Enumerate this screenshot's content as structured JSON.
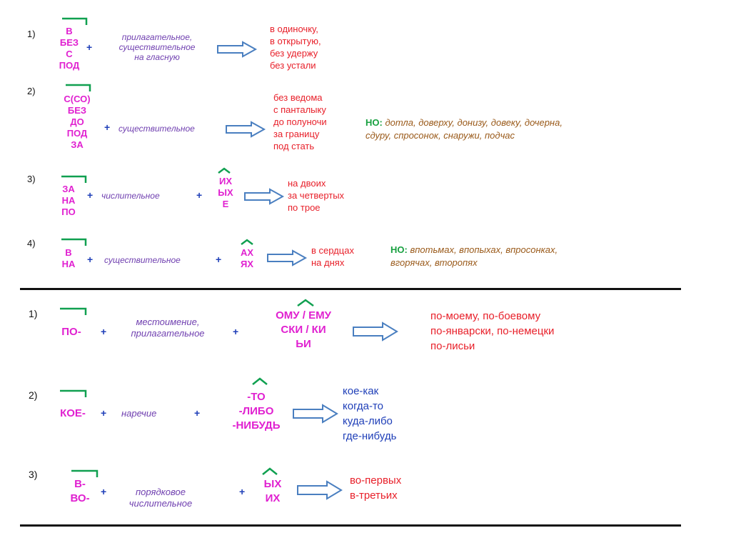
{
  "top": [
    {
      "num": "1)",
      "prefixes": [
        "В",
        "БЕЗ",
        "С",
        "ПОД"
      ],
      "plus": "+",
      "category": [
        "прилагательное,",
        "существительное",
        "на гласную"
      ],
      "examples": [
        "в одиночку,",
        "в открытую,",
        "без удержу",
        "без устали"
      ]
    },
    {
      "num": "2)",
      "prefixes": [
        "С(СО)",
        "БЕЗ",
        "ДО",
        "ПОД",
        "ЗА"
      ],
      "plus": "+",
      "category": [
        "существительное"
      ],
      "examples": [
        "без  ведома",
        "с панталыку",
        "до полуночи",
        "за границу",
        "под стать"
      ],
      "no_label": "НО:",
      "no_text": [
        "дотла, доверху, донизу, довеку, дочерна,",
        "сдуру, спросонок, снаружи, подчас"
      ]
    },
    {
      "num": "3)",
      "prefixes": [
        "ЗА",
        "НА",
        "ПО"
      ],
      "plus": "+",
      "category": [
        "числительное"
      ],
      "plus2": "+",
      "suffixes": [
        "ИХ",
        "ЫХ",
        "Е"
      ],
      "examples": [
        "на двоих",
        "за четвертых",
        "по трое"
      ]
    },
    {
      "num": "4)",
      "prefixes": [
        "В",
        "НА"
      ],
      "plus": "+",
      "category": [
        "существительное"
      ],
      "plus2": "+",
      "suffixes": [
        "АХ",
        "ЯХ"
      ],
      "examples": [
        "в сердцах",
        "на днях"
      ],
      "no_label": "НО:",
      "no_text": [
        "впотьмах, впопыхах, впросонках,",
        "вгорячах, второпях"
      ]
    }
  ],
  "bottom": [
    {
      "num": "1)",
      "prefixes": [
        "ПО-"
      ],
      "plus": "+",
      "category": [
        "местоимение,",
        "прилагательное"
      ],
      "plus2": "+",
      "suffixes": [
        "ОМУ / ЕМУ",
        "СКИ / КИ",
        "ЬИ"
      ],
      "examples": [
        "по-моему, по-боевому",
        "по-январски, по-немецки",
        "по-лисьи"
      ]
    },
    {
      "num": "2)",
      "prefixes": [
        "КОЕ-"
      ],
      "plus": "+",
      "category": [
        "наречие"
      ],
      "plus2": "+",
      "suffixes": [
        "-ТО",
        "-ЛИБО",
        "-НИБУДЬ"
      ],
      "examples": [
        "кое-как",
        "когда-то",
        "куда-либо",
        "где-нибудь"
      ]
    },
    {
      "num": "3)",
      "prefixes": [
        "В-",
        "ВО-"
      ],
      "plus": "+",
      "category": [
        "порядковое",
        "числительное"
      ],
      "plus2": "+",
      "suffixes": [
        "ЫХ",
        "ИХ"
      ],
      "examples": [
        "во-первых",
        "в-третьих"
      ]
    }
  ],
  "colors": {
    "prefix": "#e020d0",
    "plus": "#1f3fb8",
    "category": "#7040b0",
    "example_red": "#e8202a",
    "example_blue": "#1f3fb8",
    "no_label": "#18a040",
    "no_text": "#9a5a1a",
    "bracket": "#10a050",
    "arrow": "#4a7fc0"
  }
}
